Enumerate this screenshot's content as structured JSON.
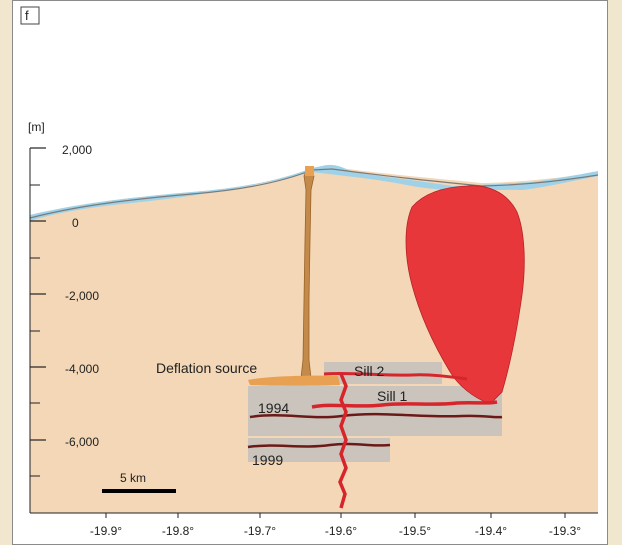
{
  "panel_label": "f",
  "depth_axis": {
    "unit_label": "[m]",
    "tick_labels": [
      "2,000",
      "0",
      "-2,000",
      "-4,000",
      "-6,000"
    ]
  },
  "lon_axis": {
    "tick_labels": [
      "-19.9°",
      "-19.8°",
      "-19.7°",
      "-19.6°",
      "-19.5°",
      "-19.4°",
      "-19.3°"
    ]
  },
  "annotations": {
    "deflation_source": "Deflation source",
    "sill_2": "Sill 2",
    "sill_1": "Sill 1",
    "year_1994": "1994",
    "year_1999": "1999"
  },
  "scale_bar": {
    "label": "5 km"
  },
  "colors": {
    "page_background": "#f1e6ce",
    "panel_background": "#ffffff",
    "crust": "#f3d7b6",
    "ice_cap": "#9fd2e8",
    "intrusion_red": "#e8373b",
    "dyke_red": "#d6262c",
    "dark_sill": "#6b1a17",
    "deflation_orange": "#e8a052",
    "conduit": "#b6792f",
    "gray_box": "#bdbdbd"
  }
}
